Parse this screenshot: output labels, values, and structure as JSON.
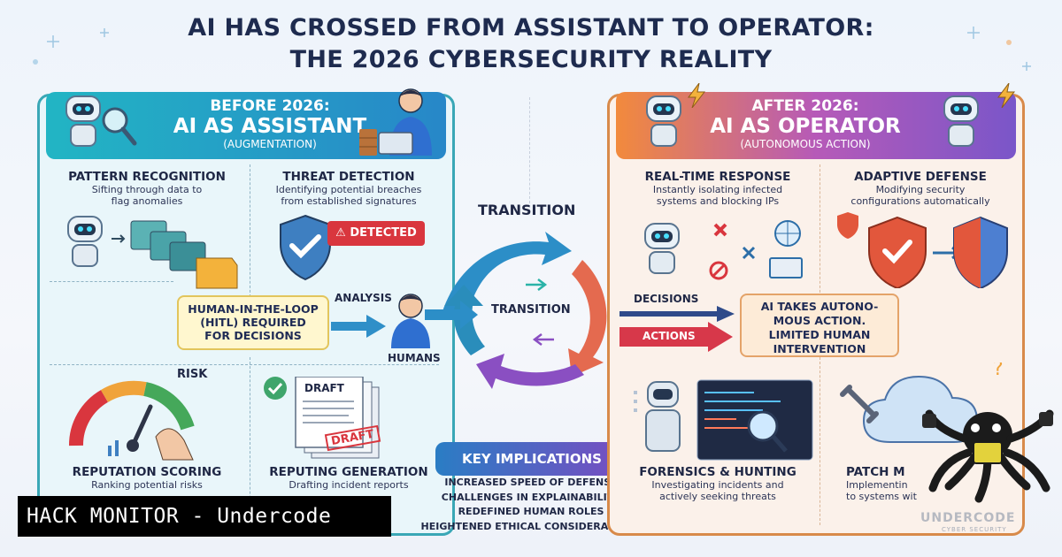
{
  "title": {
    "line1": "AI HAS CROSSED FROM ASSISTANT TO OPERATOR:",
    "line2": "THE 2026 CYBERSECURITY REALITY"
  },
  "left_panel": {
    "eyebrow": "BEFORE 2026:",
    "heading": "AI AS ASSISTANT",
    "subheading": "(AUGMENTATION)",
    "sections": [
      {
        "title": "PATTERN RECOGNITION",
        "desc_line1": "Sifting through data to",
        "desc_line2": "flag anomalies"
      },
      {
        "title": "THREAT DETECTION",
        "desc_line1": "Identifying potential breaches",
        "desc_line2": "from established signatures"
      },
      {
        "title": "REPUTATION SCORING",
        "desc_line1": "Ranking potential risks",
        "desc_line2": ""
      },
      {
        "title": "REPUTING GENERATION",
        "desc_line1": "Drafting incident reports",
        "desc_line2": ""
      }
    ],
    "detected_label": "DETECTED",
    "hitl_line1": "HUMAN-IN-THE-LOOP",
    "hitl_line2": "(HITL) REQUIRED",
    "hitl_line3": "FOR DECISIONS",
    "analysis_label": "ANALYSIS",
    "humans_label": "HUMANS",
    "risk_label": "RISK",
    "draft_label": "DRAFT",
    "draft_stamp": "DRAFT"
  },
  "center": {
    "transition_top": "TRANSITION",
    "transition_mid": "TRANSITION",
    "key_implications": "KEY IMPLICATIONS",
    "implications": [
      "INCREASED SPEED OF DEFENSE",
      "CHALLENGES IN EXPLAINABILITY",
      "REDEFINED HUMAN ROLES",
      "HEIGHTENED ETHICAL CONSIDERATIONS"
    ]
  },
  "right_panel": {
    "eyebrow": "AFTER 2026:",
    "heading": "AI AS OPERATOR",
    "subheading": "(AUTONOMOUS ACTION)",
    "sections": [
      {
        "title": "REAL-TIME RESPONSE",
        "desc_line1": "Instantly isolating infected",
        "desc_line2": "systems and blocking IPs"
      },
      {
        "title": "ADAPTIVE DEFENSE",
        "desc_line1": "Modifying security",
        "desc_line2": "configurations automatically"
      },
      {
        "title": "FORENSICS & HUNTING",
        "desc_line1": "Investigating incidents and",
        "desc_line2": "actively seeking threats"
      },
      {
        "title": "PATCH M",
        "desc_line1": "Implementin",
        "desc_line2": "to systems wit"
      }
    ],
    "decisions_label": "DECISIONS",
    "actions_label": "ACTIONS",
    "auto_line1": "AI TAKES AUTONO-",
    "auto_line2": "MOUS ACTION.",
    "auto_line3": "LIMITED HUMAN",
    "auto_line4": "INTERVENTION"
  },
  "watermark": {
    "banner": "HACK MONITOR - Undercode",
    "logo_text": "UNDERCODE",
    "logo_sub": "CYBER SECURITY"
  },
  "colors": {
    "left_accent": "#3aa7b6",
    "right_accent": "#d88a4a",
    "title": "#1e2b4f",
    "detected_red": "#d9363e"
  }
}
